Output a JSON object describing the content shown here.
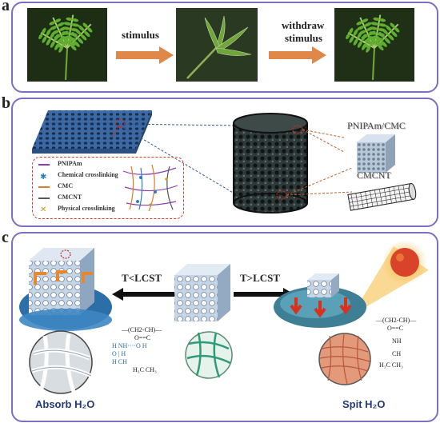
{
  "panel_a": {
    "label": "a",
    "arrow1": "stimulus",
    "arrow2_line1": "withdraw",
    "arrow2_line2": "stimulus"
  },
  "panel_b": {
    "label": "b",
    "legend": [
      "PNIPAm",
      "Chemical crosslinking",
      "CMC",
      "CMCNT",
      "Physical crosslinking"
    ],
    "label_gel": "PNIPAm/CMC",
    "label_tube": "CMCNT"
  },
  "panel_c": {
    "label": "c",
    "arrow_left": "T<LCST",
    "arrow_right": "T>LCST",
    "bottom_left": "Absorb H₂O",
    "bottom_right": "Spit H₂O",
    "chem_left": [
      "—(CH2-CH)—",
      "O==C",
      "H   NH····O   H",
      "O    |    H",
      "H   CH",
      "H₃C    CH₃"
    ],
    "chem_right": [
      "—(CH2-CH)—",
      "O==C",
      "NH",
      "CH",
      "H₃C    CH₃"
    ]
  },
  "colors": {
    "panel_border": "#7c6fc4",
    "arrow_orange": "#e0874a",
    "legend_border": "#d9392b",
    "label_blue": "#233a7a"
  }
}
